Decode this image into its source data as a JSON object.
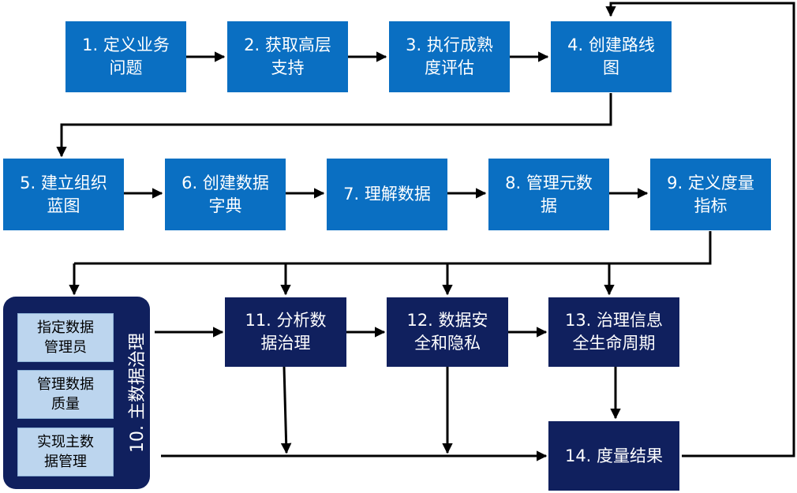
{
  "steps": {
    "s1": [
      "1. 定义业务",
      "问题"
    ],
    "s2": [
      "2. 获取高层",
      "支持"
    ],
    "s3": [
      "3. 执行成熟",
      "度评估"
    ],
    "s4": [
      "4. 创建路线",
      "图"
    ],
    "s5": [
      "5. 建立组织",
      "蓝图"
    ],
    "s6": [
      "6. 创建数据",
      "字典"
    ],
    "s7": [
      "7. 理解数据"
    ],
    "s8": [
      "8. 管理元数",
      "据"
    ],
    "s9": [
      "9. 定义度量",
      "指标"
    ],
    "s11": [
      "11. 分析数",
      "据治理"
    ],
    "s12": [
      "12. 数据安",
      "全和隐私"
    ],
    "s13": [
      "13. 治理信息",
      "全生命周期"
    ],
    "s14": [
      "14. 度量结果"
    ]
  },
  "group": {
    "label": "10. 主数据治理",
    "items": [
      [
        "指定数据",
        "管理员"
      ],
      [
        "管理数据",
        "质量"
      ],
      [
        "实现主数",
        "据管理"
      ]
    ]
  },
  "colors": {
    "step": "#0a6fc2",
    "step_dark": "#10205e",
    "sub_item": "#bcd5ee",
    "arrow": "#000000"
  }
}
